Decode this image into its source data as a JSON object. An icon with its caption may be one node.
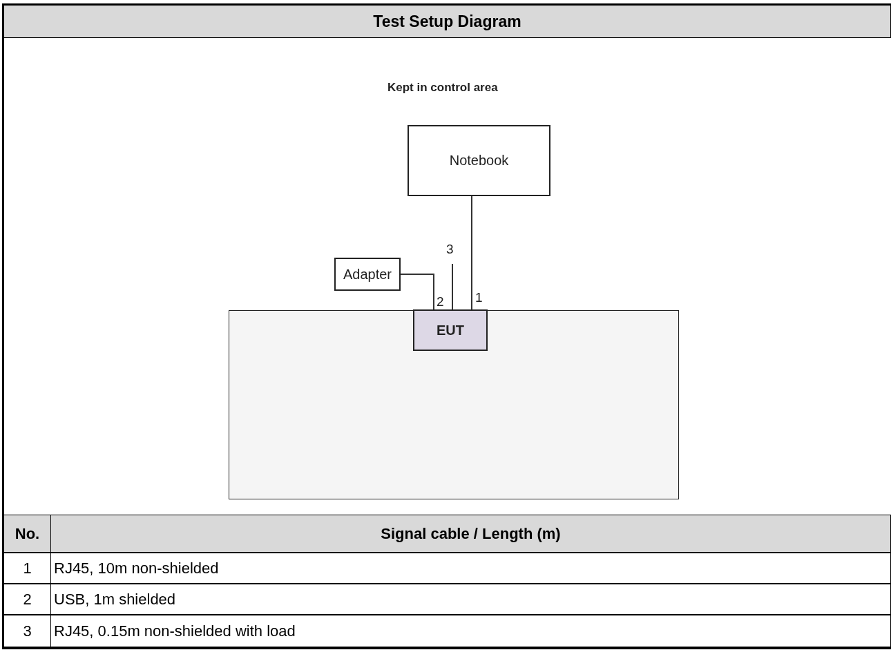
{
  "diagram": {
    "title": "Test Setup Diagram",
    "nodes": [
      {
        "text": [
          "Notebook"
        ]
      },
      {
        "text": [
          "Adapter"
        ]
      },
      {
        "text": [],
        "shape": "box"
      },
      {
        "text": [
          "EUT"
        ],
        "in": 2
      }
    ],
    "edges": [
      {
        "from": 0,
        "to": 3,
        "arrow": "none",
        "label": "1"
      },
      {
        "from": 1,
        "to": 3,
        "arrow": "none",
        "label": "2"
      },
      {
        "from": 3,
        "to": null,
        "arrow": "none",
        "label": "3"
      }
    ],
    "labels": [
      "Kept in control area",
      "No.",
      "Signal cable / Length (m)",
      "1",
      "RJ45, 10m non-shielded",
      "2",
      "USB, 1m shielded",
      "3",
      "RJ45, 0.15m non-shielded with load"
    ]
  }
}
